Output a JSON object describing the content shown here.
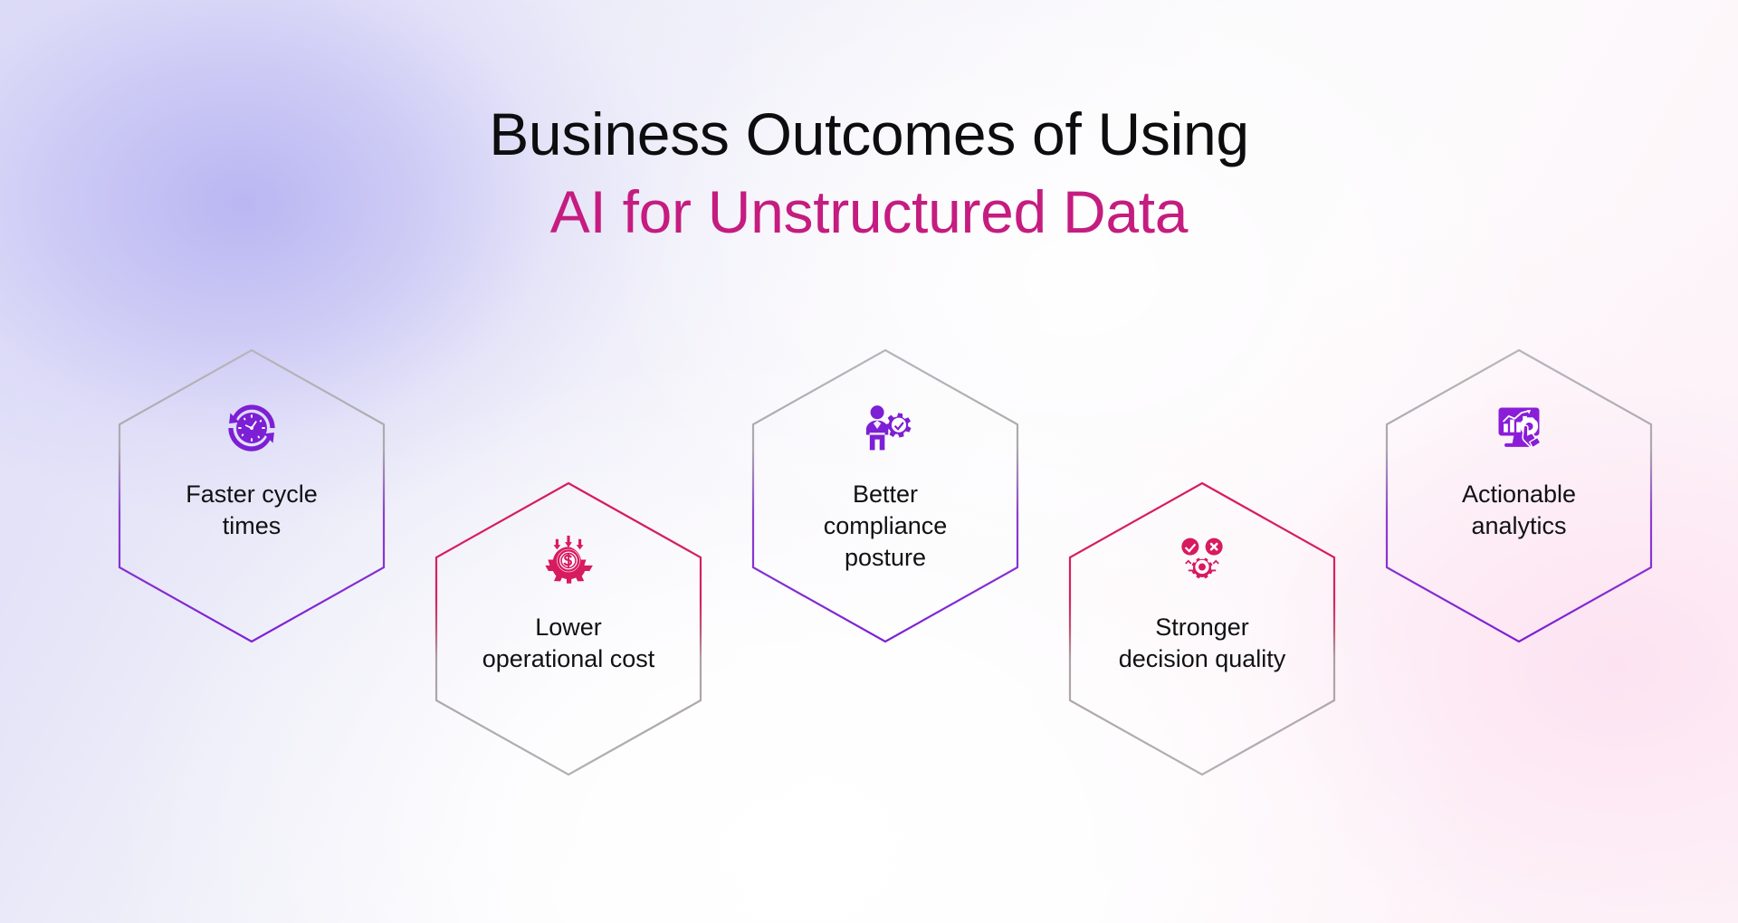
{
  "title": {
    "line1": "Business Outcomes of Using",
    "line2": "AI for Unstructured Data",
    "line1_color": "#0d0d0f",
    "line2_color": "#c51c80"
  },
  "theme": {
    "purple": "#7d1fd4",
    "crimson": "#d81a5f",
    "gray_border": "#a9a9ad",
    "text_color": "#111114",
    "bg_top_left": "#dcdcf7",
    "bg_bottom_right": "#fdf1f7",
    "bg_center": "#fbfafc"
  },
  "hexagons": [
    {
      "id": "faster-cycle-times",
      "label": "Faster cycle\ntimes",
      "icon": "clock-refresh-icon",
      "accent": "#7d1fd4",
      "gradient_direction": "gray-to-accent",
      "position": "up"
    },
    {
      "id": "lower-operational-cost",
      "label": "Lower\noperational cost",
      "icon": "cost-reduction-gear-icon",
      "accent": "#d81a5f",
      "gradient_direction": "accent-to-gray",
      "position": "down"
    },
    {
      "id": "better-compliance-posture",
      "label": "Better\ncompliance\nposture",
      "icon": "compliance-person-gear-icon",
      "accent": "#7d1fd4",
      "gradient_direction": "gray-to-accent",
      "position": "up"
    },
    {
      "id": "stronger-decision-quality",
      "label": "Stronger\ndecision quality",
      "icon": "decision-gear-check-cross-icon",
      "accent": "#d81a5f",
      "gradient_direction": "accent-to-gray",
      "position": "down"
    },
    {
      "id": "actionable-analytics",
      "label": "Actionable\nanalytics",
      "icon": "analytics-monitor-icon",
      "accent": "#7d1fd4",
      "gradient_direction": "gray-to-accent",
      "position": "up"
    }
  ]
}
